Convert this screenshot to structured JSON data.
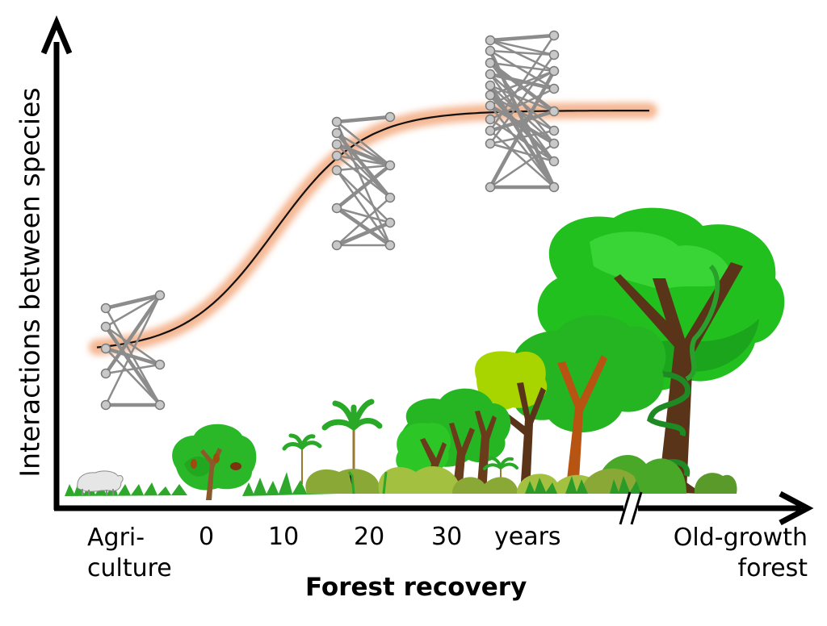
{
  "axes": {
    "y_label": "Interactions between species",
    "x_label": "Forest recovery"
  },
  "ticks": {
    "agri_line1": "Agri-",
    "agri_line2": "culture",
    "t0": "0",
    "t10": "10",
    "t20": "20",
    "t30": "30",
    "years": "years",
    "oldgrowth_line1": "Old-growth",
    "oldgrowth_line2": "forest"
  },
  "colors": {
    "axis": "#000000",
    "curve": "#111111",
    "curve_glow": "#f4b48e",
    "network": "#8c8c8c",
    "node_fill": "#c8c8c8",
    "canopy_bright": "#22c01e",
    "canopy_light": "#a8d400",
    "canopy_dark": "#1a9a20",
    "trunk": "#5a3418",
    "trunk_orange": "#b85412",
    "grass": "#2ea82a",
    "shrub_olive": "#8aa836"
  }
}
